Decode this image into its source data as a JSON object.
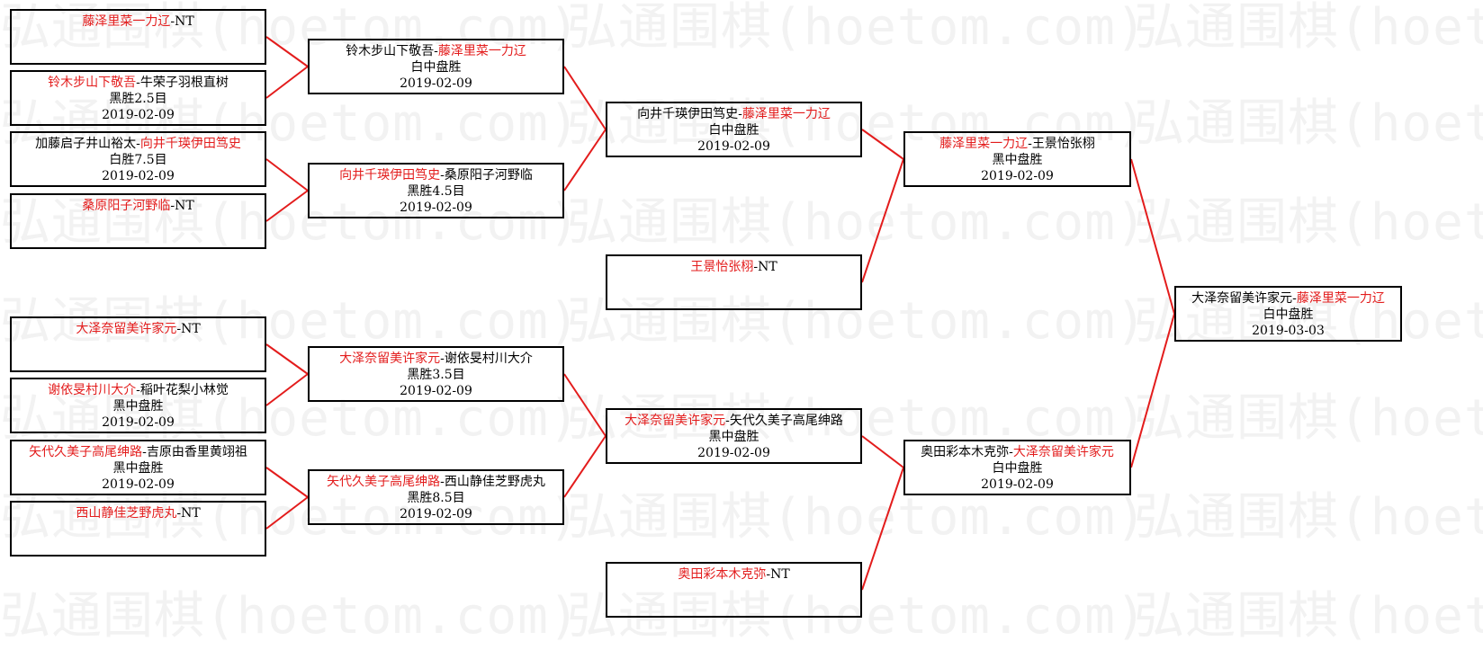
{
  "colors": {
    "winner": "#e31c1c",
    "line": "#e31c1c",
    "border": "#000000",
    "watermark": "#f2f2f2"
  },
  "watermark_text": "弘通围棋(hoetom.com)",
  "matches": [
    {
      "id": "r1m1",
      "p1": "藤泽里菜一力辽",
      "p2": "NT",
      "winner": 1,
      "result": "",
      "date": ""
    },
    {
      "id": "r1m2",
      "p1": "铃木步山下敬吾",
      "p2": "牛荣子羽根直树",
      "winner": 1,
      "result": "黑胜2.5目",
      "date": "2019-02-09"
    },
    {
      "id": "r1m3",
      "p1": "加藤启子井山裕太",
      "p2": "向井千瑛伊田笃史",
      "winner": 2,
      "result": "白胜7.5目",
      "date": "2019-02-09"
    },
    {
      "id": "r1m4",
      "p1": "桑原阳子河野临",
      "p2": "NT",
      "winner": 1,
      "result": "",
      "date": ""
    },
    {
      "id": "r1m5",
      "p1": "大泽奈留美许家元",
      "p2": "NT",
      "winner": 1,
      "result": "",
      "date": ""
    },
    {
      "id": "r1m6",
      "p1": "谢依旻村川大介",
      "p2": "稲叶花梨小林觉",
      "winner": 1,
      "result": "黑中盘胜",
      "date": "2019-02-09"
    },
    {
      "id": "r1m7",
      "p1": "矢代久美子高尾绅路",
      "p2": "吉原由香里黄翊祖",
      "winner": 1,
      "result": "黑中盘胜",
      "date": "2019-02-09"
    },
    {
      "id": "r1m8",
      "p1": "西山静佳芝野虎丸",
      "p2": "NT",
      "winner": 1,
      "result": "",
      "date": ""
    },
    {
      "id": "r2m1",
      "p1": "铃木步山下敬吾",
      "p2": "藤泽里菜一力辽",
      "winner": 2,
      "result": "白中盘胜",
      "date": "2019-02-09"
    },
    {
      "id": "r2m2",
      "p1": "向井千瑛伊田笃史",
      "p2": "桑原阳子河野临",
      "winner": 1,
      "result": "黑胜4.5目",
      "date": "2019-02-09"
    },
    {
      "id": "r2m3",
      "p1": "大泽奈留美许家元",
      "p2": "谢依旻村川大介",
      "winner": 1,
      "result": "黑胜3.5目",
      "date": "2019-02-09"
    },
    {
      "id": "r2m4",
      "p1": "矢代久美子高尾绅路",
      "p2": "西山静佳芝野虎丸",
      "winner": 1,
      "result": "黑胜8.5目",
      "date": "2019-02-09"
    },
    {
      "id": "r3m1",
      "p1": "向井千瑛伊田笃史",
      "p2": "藤泽里菜一力辽",
      "winner": 2,
      "result": "白中盘胜",
      "date": "2019-02-09"
    },
    {
      "id": "r3m2",
      "p1": "王景怡张栩",
      "p2": "NT",
      "winner": 1,
      "result": "",
      "date": ""
    },
    {
      "id": "r3m3",
      "p1": "大泽奈留美许家元",
      "p2": "矢代久美子高尾绅路",
      "winner": 1,
      "result": "黑中盘胜",
      "date": "2019-02-09"
    },
    {
      "id": "r3m4",
      "p1": "奥田彩本木克弥",
      "p2": "NT",
      "winner": 1,
      "result": "",
      "date": ""
    },
    {
      "id": "r4m1",
      "p1": "藤泽里菜一力辽",
      "p2": "王景怡张栩",
      "winner": 1,
      "result": "黑中盘胜",
      "date": "2019-02-09"
    },
    {
      "id": "r4m2",
      "p1": "奥田彩本木克弥",
      "p2": "大泽奈留美许家元",
      "winner": 2,
      "result": "白中盘胜",
      "date": "2019-02-09"
    },
    {
      "id": "final",
      "p1": "大泽奈留美许家元",
      "p2": "藤泽里菜一力辽",
      "winner": 2,
      "result": "白中盘胜",
      "date": "2019-03-03"
    }
  ]
}
